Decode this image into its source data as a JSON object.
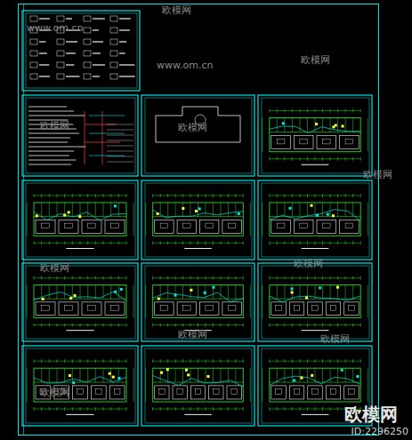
{
  "diagram": {
    "labels": [
      "欧模网",
      "www.om.cn",
      "欧模网",
      "www.om.cn",
      "欧模网",
      "欧模网",
      "欧模网",
      "欧模网",
      "欧模网",
      "欧模网",
      "欧模网",
      "欧模网",
      "欧模网",
      "ID:2296250"
    ]
  }
}
